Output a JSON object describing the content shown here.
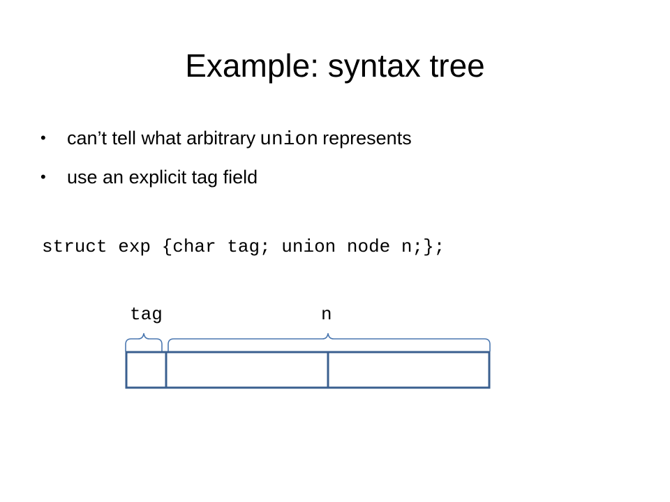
{
  "slide": {
    "title": "Example: syntax tree",
    "bullets": [
      {
        "before": "can’t tell what arbitrary",
        "code": "union",
        "after": "represents"
      },
      {
        "text": "use an explicit tag field"
      }
    ],
    "bullet_glyph": "•",
    "code_line": "struct exp {char tag; union node n;};",
    "diagram": {
      "labels": {
        "tag": "tag",
        "n": "n"
      },
      "line_color": "#3a5f8f",
      "brace_color": "#4a77b0"
    }
  }
}
